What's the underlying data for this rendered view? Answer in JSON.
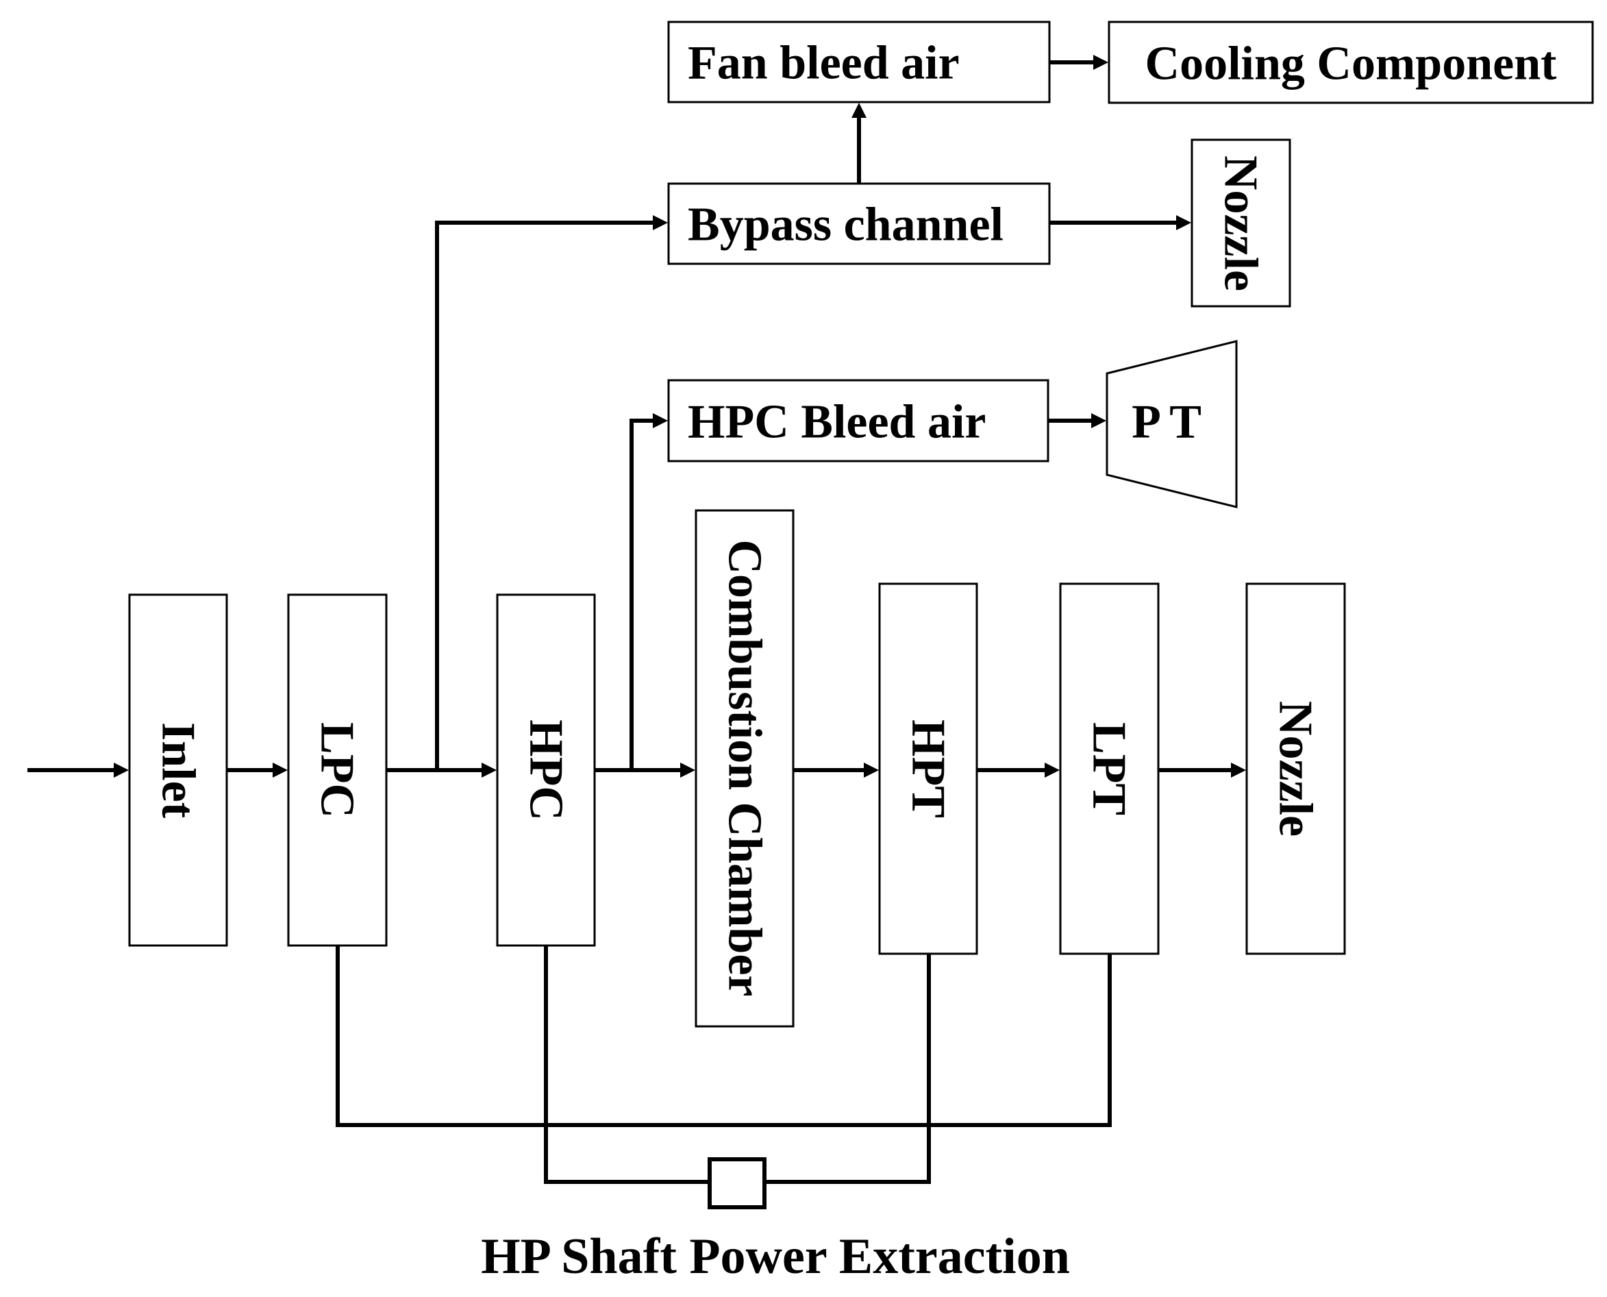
{
  "diagram": {
    "nodes": {
      "inlet": "Inlet",
      "lpc": "LPC",
      "hpc": "HPC",
      "combustion_chamber": "Combustion Chamber",
      "hpt": "HPT",
      "lpt": "LPT",
      "nozzle_core": "Nozzle",
      "bypass_channel": "Bypass channel",
      "nozzle_bypass": "Nozzle",
      "fan_bleed_air": "Fan bleed air",
      "cooling_component": "Cooling Component",
      "hpc_bleed_air": "HPC Bleed air",
      "power_turbine": "P T"
    },
    "shaft_label": "HP Shaft Power Extraction"
  }
}
